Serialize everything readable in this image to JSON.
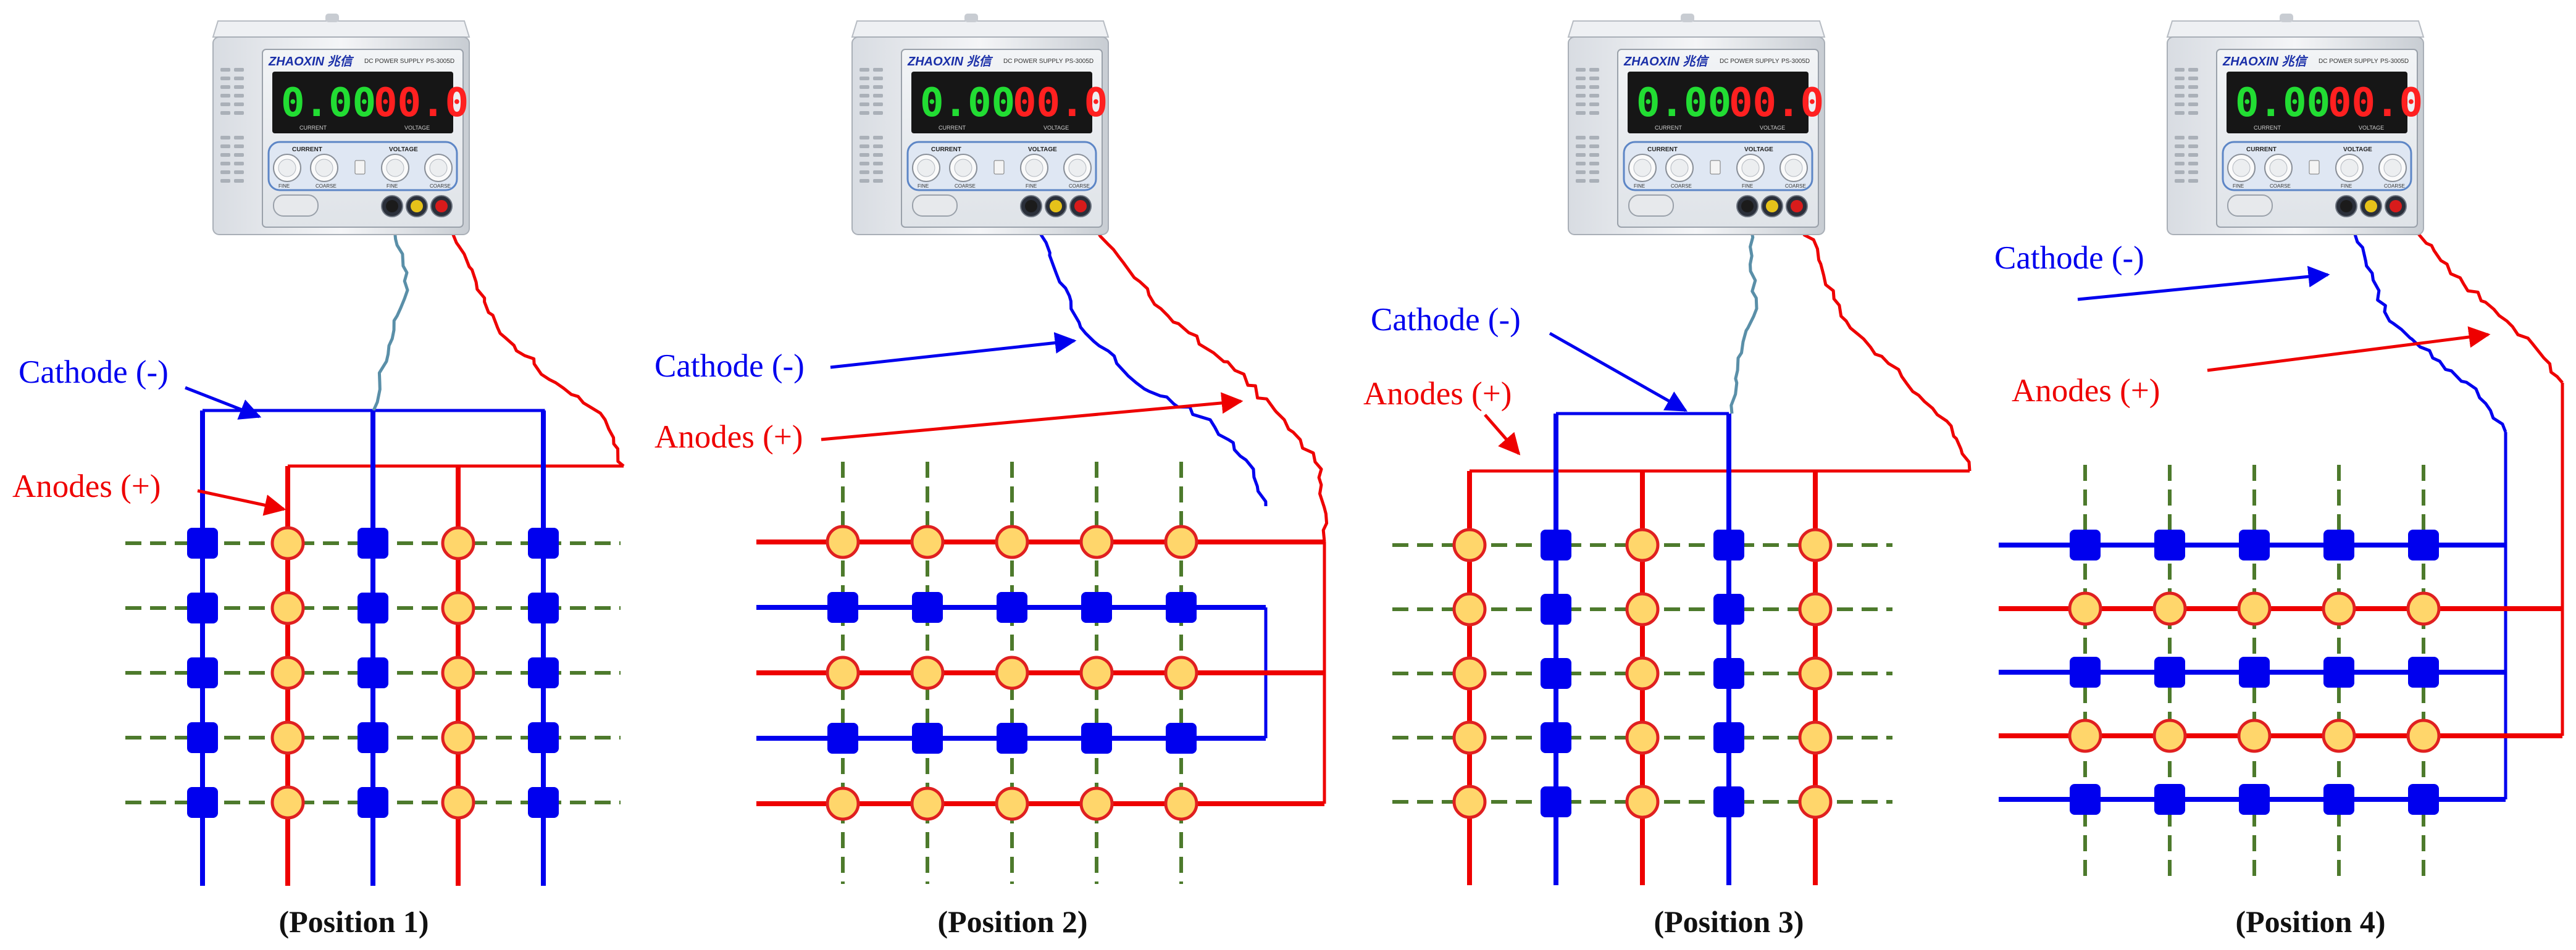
{
  "colors": {
    "cathode": "#0000ee",
    "anode": "#ee0000",
    "grid": "#4d7a2c",
    "node_fill": "#ffd66b",
    "node_stroke": "#e02020",
    "wire": "#5a8fa8",
    "display_current": "#22dd33",
    "display_voltage": "#ff2020"
  },
  "psu": {
    "brand": "ZHAOXIN",
    "brand_cn": "兆信",
    "product": "DC POWER SUPPLY",
    "model": "PS-3005D",
    "current_reading": "0.00",
    "voltage_reading": "00.0",
    "current_unit": "CURRENT",
    "voltage_unit": "VOLTAGE",
    "current_knob_title": "CURRENT",
    "voltage_knob_title": "VOLTAGE",
    "fine": "FINE",
    "coarse": "COARSE"
  },
  "panels": [
    {
      "caption": "(Position 1)",
      "cathode_label": "Cathode (-)",
      "anode_label": "Anodes (+)",
      "orientation": "vertical",
      "lines": [
        "cathode",
        "anode",
        "cathode",
        "anode",
        "cathode"
      ]
    },
    {
      "caption": "(Position 2)",
      "cathode_label": "Cathode (-)",
      "anode_label": "Anodes (+)",
      "orientation": "horizontal",
      "lines": [
        "anode",
        "cathode",
        "anode",
        "cathode",
        "anode"
      ]
    },
    {
      "caption": "(Position 3)",
      "cathode_label": "Cathode (-)",
      "anode_label": "Anodes (+)",
      "orientation": "vertical",
      "lines": [
        "anode",
        "cathode",
        "anode",
        "cathode",
        "anode"
      ]
    },
    {
      "caption": "(Position 4)",
      "cathode_label": "Cathode (-)",
      "anode_label": "Anodes (+)",
      "orientation": "horizontal",
      "lines": [
        "cathode",
        "anode",
        "cathode",
        "anode",
        "cathode"
      ]
    }
  ]
}
